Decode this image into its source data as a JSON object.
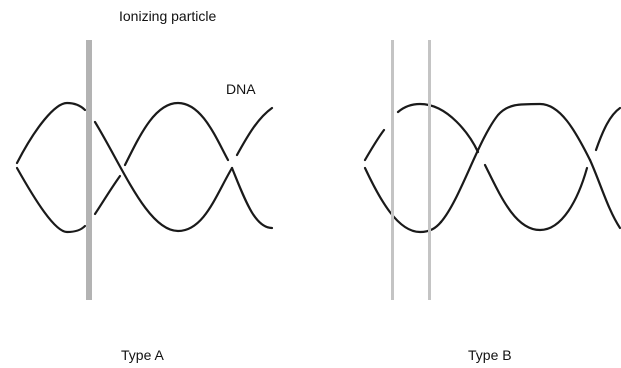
{
  "labels": {
    "ionizing_particle": "Ionizing particle",
    "dna": "DNA",
    "type_a": "Type A",
    "type_b": "Type B"
  },
  "colors": {
    "strand": "#1a1a1a",
    "particle_track_a": "#b3b3b3",
    "particle_track_b": "#c4c4c4",
    "text": "#111111"
  }
}
